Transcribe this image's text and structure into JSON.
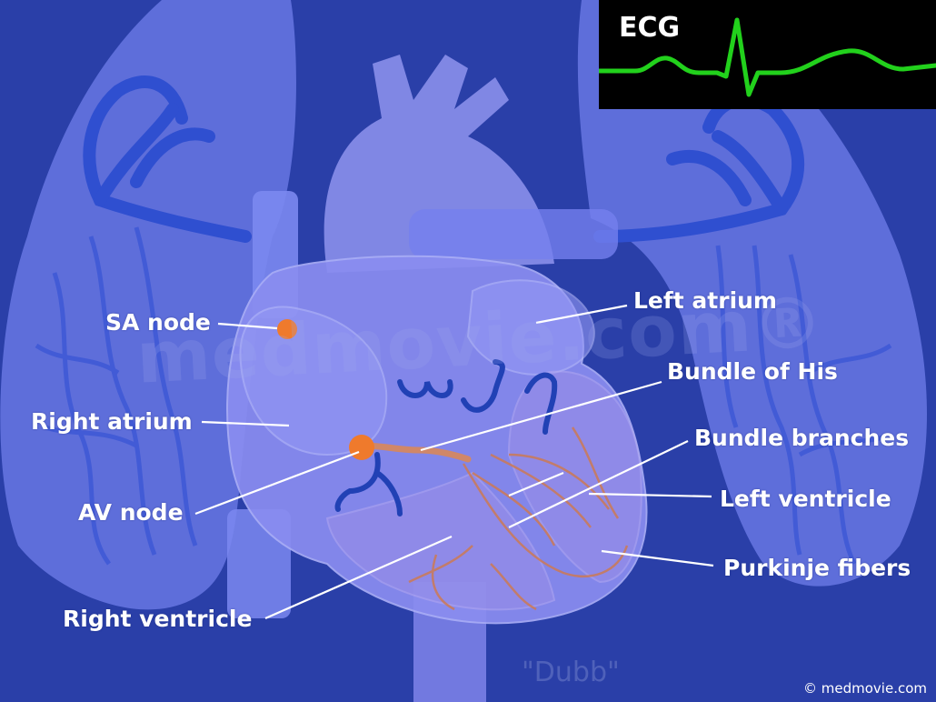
{
  "ecg": {
    "title": "ECG"
  },
  "labels": {
    "sa_node": "SA node",
    "right_atrium": "Right atrium",
    "av_node": "AV node",
    "right_ventricle": "Right ventricle",
    "left_atrium": "Left atrium",
    "bundle_of_his": "Bundle of His",
    "bundle_branches": "Bundle branches",
    "left_ventricle": "Left ventricle",
    "purkinje_fibers": "Purkinje fibers"
  },
  "watermark": "medmovie.com®",
  "signature": "\"Dubb\"",
  "copyright": "© medmovie.com",
  "colors": {
    "background": "#2a3fa8",
    "lung": "#6677e0",
    "heart": "#8e90ee",
    "vessel": "#2648c8",
    "node": "#ef7a2c",
    "ecg_trace": "#22d11c",
    "conduction": "#d07a5a"
  }
}
